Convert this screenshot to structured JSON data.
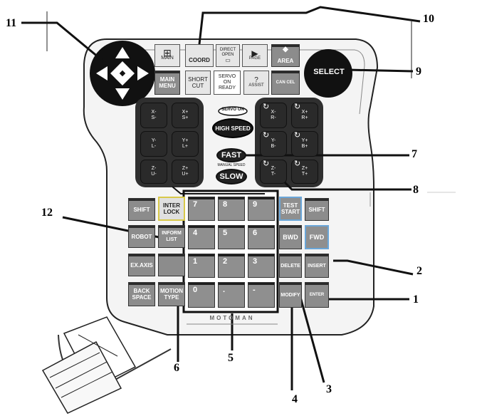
{
  "brand": "MOTOMAN",
  "top_keys": {
    "main_tag": "MAIN",
    "coord": "COORD",
    "direct_open": "DIRECT OPEN",
    "page": "PAGE",
    "area": "AREA",
    "main_menu": "MAIN MENU",
    "short_cut": "SHORT CUT",
    "servo_on_ready": "SERVO ON READY",
    "assist": "ASSIST",
    "cancel": "CAN CEL"
  },
  "select_label": "SELECT",
  "center": {
    "servo_on": "SERVO ON",
    "high_speed": "HIGH SPEED",
    "fast": "FAST",
    "manual_speed": "MANUAL SPEED",
    "slow": "SLOW"
  },
  "left_axis_keys": [
    {
      "top": "X-",
      "bottom": "S-"
    },
    {
      "top": "X+",
      "bottom": "S+"
    },
    {
      "top": "Y-",
      "bottom": "L-"
    },
    {
      "top": "Y+",
      "bottom": "L+"
    },
    {
      "top": "Z-",
      "bottom": "U-"
    },
    {
      "top": "Z+",
      "bottom": "U+"
    }
  ],
  "right_axis_keys": [
    {
      "top": "X-",
      "bottom": "R-"
    },
    {
      "top": "X+",
      "bottom": "R+"
    },
    {
      "top": "Y-",
      "bottom": "B-"
    },
    {
      "top": "Y+",
      "bottom": "B+"
    },
    {
      "top": "Z-",
      "bottom": "T-"
    },
    {
      "top": "Z+",
      "bottom": "T+"
    }
  ],
  "left_keys": {
    "shift": "SHIFT",
    "interlock": "INTER LOCK",
    "robot": "ROBOT",
    "inform_list": "INFORM LIST",
    "ex_axis": "EX.AXIS",
    "back_space": "BACK SPACE",
    "motion_type": "MOTION TYPE"
  },
  "numpad": [
    "7",
    "8",
    "9",
    "4",
    "5",
    "6",
    "1",
    "2",
    "3",
    "0",
    ".",
    "-"
  ],
  "right_keys": {
    "test_start": "TEST START",
    "shift": "SHIFT",
    "bwd": "BWD",
    "fwd": "FWD",
    "delete": "DELETE",
    "insert": "INSERT",
    "modify": "MODIFY",
    "enter": "ENTER"
  },
  "callouts": [
    "1",
    "2",
    "3",
    "4",
    "5",
    "6",
    "7",
    "8",
    "9",
    "10",
    "11",
    "12"
  ]
}
